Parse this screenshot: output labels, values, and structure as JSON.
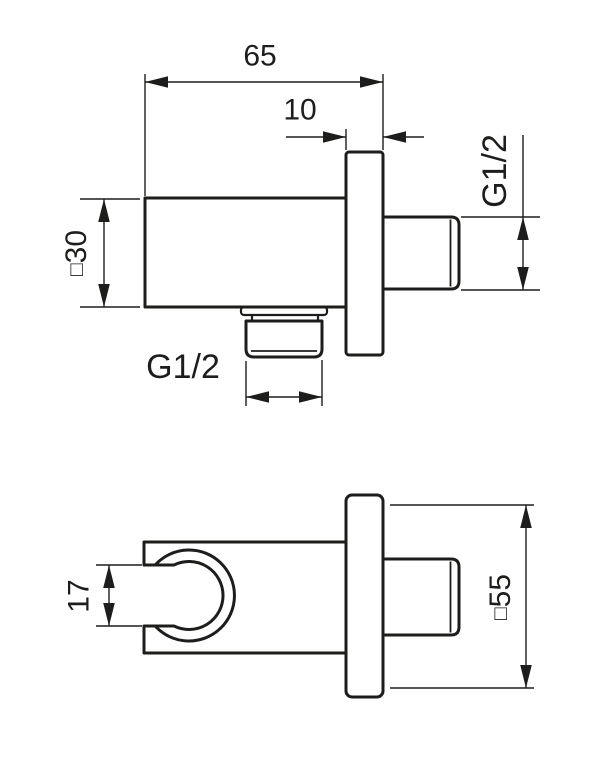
{
  "meta": {
    "background": "#ffffff",
    "line_color": "#1d1d1b",
    "description": "Technical dimension drawing of a square wall elbow / shower holder fitting, two orthographic views"
  },
  "top_view": {
    "dims": {
      "overall_depth": "65",
      "flange_thickness": "10",
      "body_square": {
        "prefix": "□",
        "value": "30"
      },
      "outlet_thread": "G1/2",
      "wall_thread": "G1/2"
    }
  },
  "bottom_view": {
    "dims": {
      "fork_opening": "17",
      "plate_square": {
        "prefix": "□",
        "value": "55"
      }
    }
  }
}
